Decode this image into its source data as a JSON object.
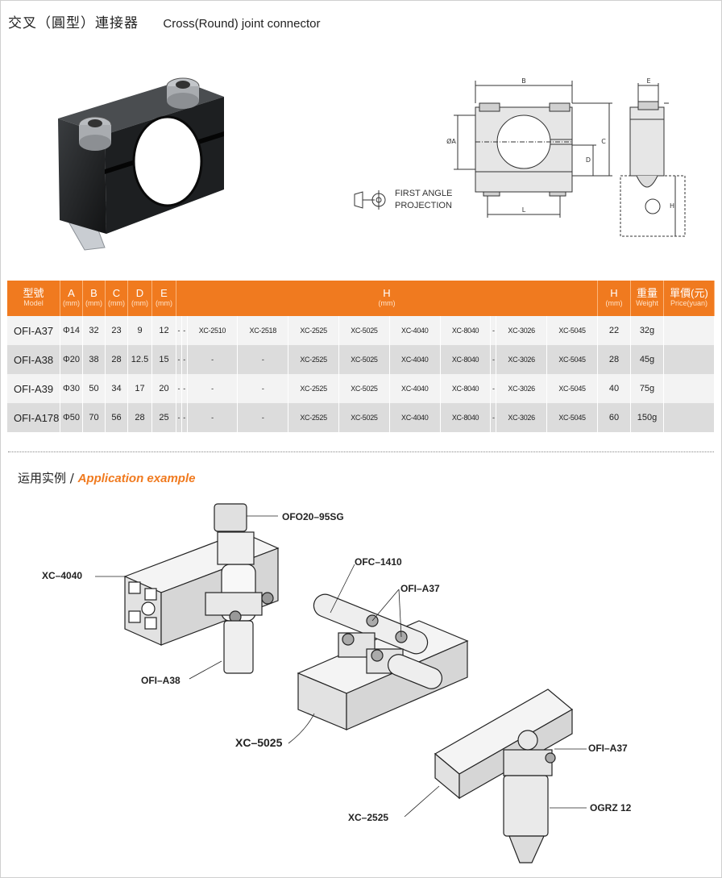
{
  "title": {
    "cn": "交叉（圓型）連接器",
    "en": "Cross(Round) joint connector"
  },
  "drawing": {
    "dims": {
      "b": "B",
      "e": "E",
      "a": "ØA",
      "c": "C",
      "d": "D",
      "l": "L",
      "h": "H"
    },
    "projection_line1": "FIRST ANGLE",
    "projection_line2": "PROJECTION"
  },
  "table": {
    "headers": [
      {
        "main": "型號",
        "sub": "Model"
      },
      {
        "main": "A",
        "sub": "(mm)"
      },
      {
        "main": "B",
        "sub": "(mm)"
      },
      {
        "main": "C",
        "sub": "(mm)"
      },
      {
        "main": "D",
        "sub": "(mm)"
      },
      {
        "main": "E",
        "sub": "(mm)"
      },
      {
        "main": "H",
        "sub": "(mm)"
      },
      {
        "main": "H",
        "sub": "(mm)"
      },
      {
        "main": "重量",
        "sub": "Weight"
      },
      {
        "main": "單價(元)",
        "sub": "Price(yuan)"
      }
    ],
    "rows": [
      {
        "model": "OFI-A37",
        "a": "Φ14",
        "b": "32",
        "c": "23",
        "d": "9",
        "e": "12",
        "profiles": [
          "-",
          "-",
          "XC-2510",
          "XC-2518",
          "XC-2525",
          "XC-5025",
          "XC-4040",
          "XC-8040",
          "-",
          "XC-3026",
          "XC-5045"
        ],
        "h": "22",
        "weight": "32g",
        "price": ""
      },
      {
        "model": "OFI-A38",
        "a": "Φ20",
        "b": "38",
        "c": "28",
        "d": "12.5",
        "e": "15",
        "profiles": [
          "-",
          "-",
          "-",
          "-",
          "XC-2525",
          "XC-5025",
          "XC-4040",
          "XC-8040",
          "-",
          "XC-3026",
          "XC-5045"
        ],
        "h": "28",
        "weight": "45g",
        "price": ""
      },
      {
        "model": "OFI-A39",
        "a": "Φ30",
        "b": "50",
        "c": "34",
        "d": "17",
        "e": "20",
        "profiles": [
          "-",
          "-",
          "-",
          "-",
          "XC-2525",
          "XC-5025",
          "XC-4040",
          "XC-8040",
          "-",
          "XC-3026",
          "XC-5045"
        ],
        "h": "40",
        "weight": "75g",
        "price": ""
      },
      {
        "model": "OFI-A178",
        "a": "Φ50",
        "b": "70",
        "c": "56",
        "d": "28",
        "e": "25",
        "profiles": [
          "-",
          "-",
          "-",
          "-",
          "XC-2525",
          "XC-5025",
          "XC-4040",
          "XC-8040",
          "-",
          "XC-3026",
          "XC-5045"
        ],
        "h": "60",
        "weight": "150g",
        "price": ""
      }
    ]
  },
  "application": {
    "heading_cn": "运用实例 / ",
    "heading_en": "Application example",
    "labels": {
      "ofo": "OFO20–95SG",
      "xc4040": "XC–4040",
      "ofia38": "OFI–A38",
      "ofc": "OFC–1410",
      "ofia37a": "OFI–A37",
      "xc5025": "XC–5025",
      "ofia37b": "OFI–A37",
      "ogrz": "OGRZ 12",
      "xc2525": "XC–2525"
    }
  }
}
